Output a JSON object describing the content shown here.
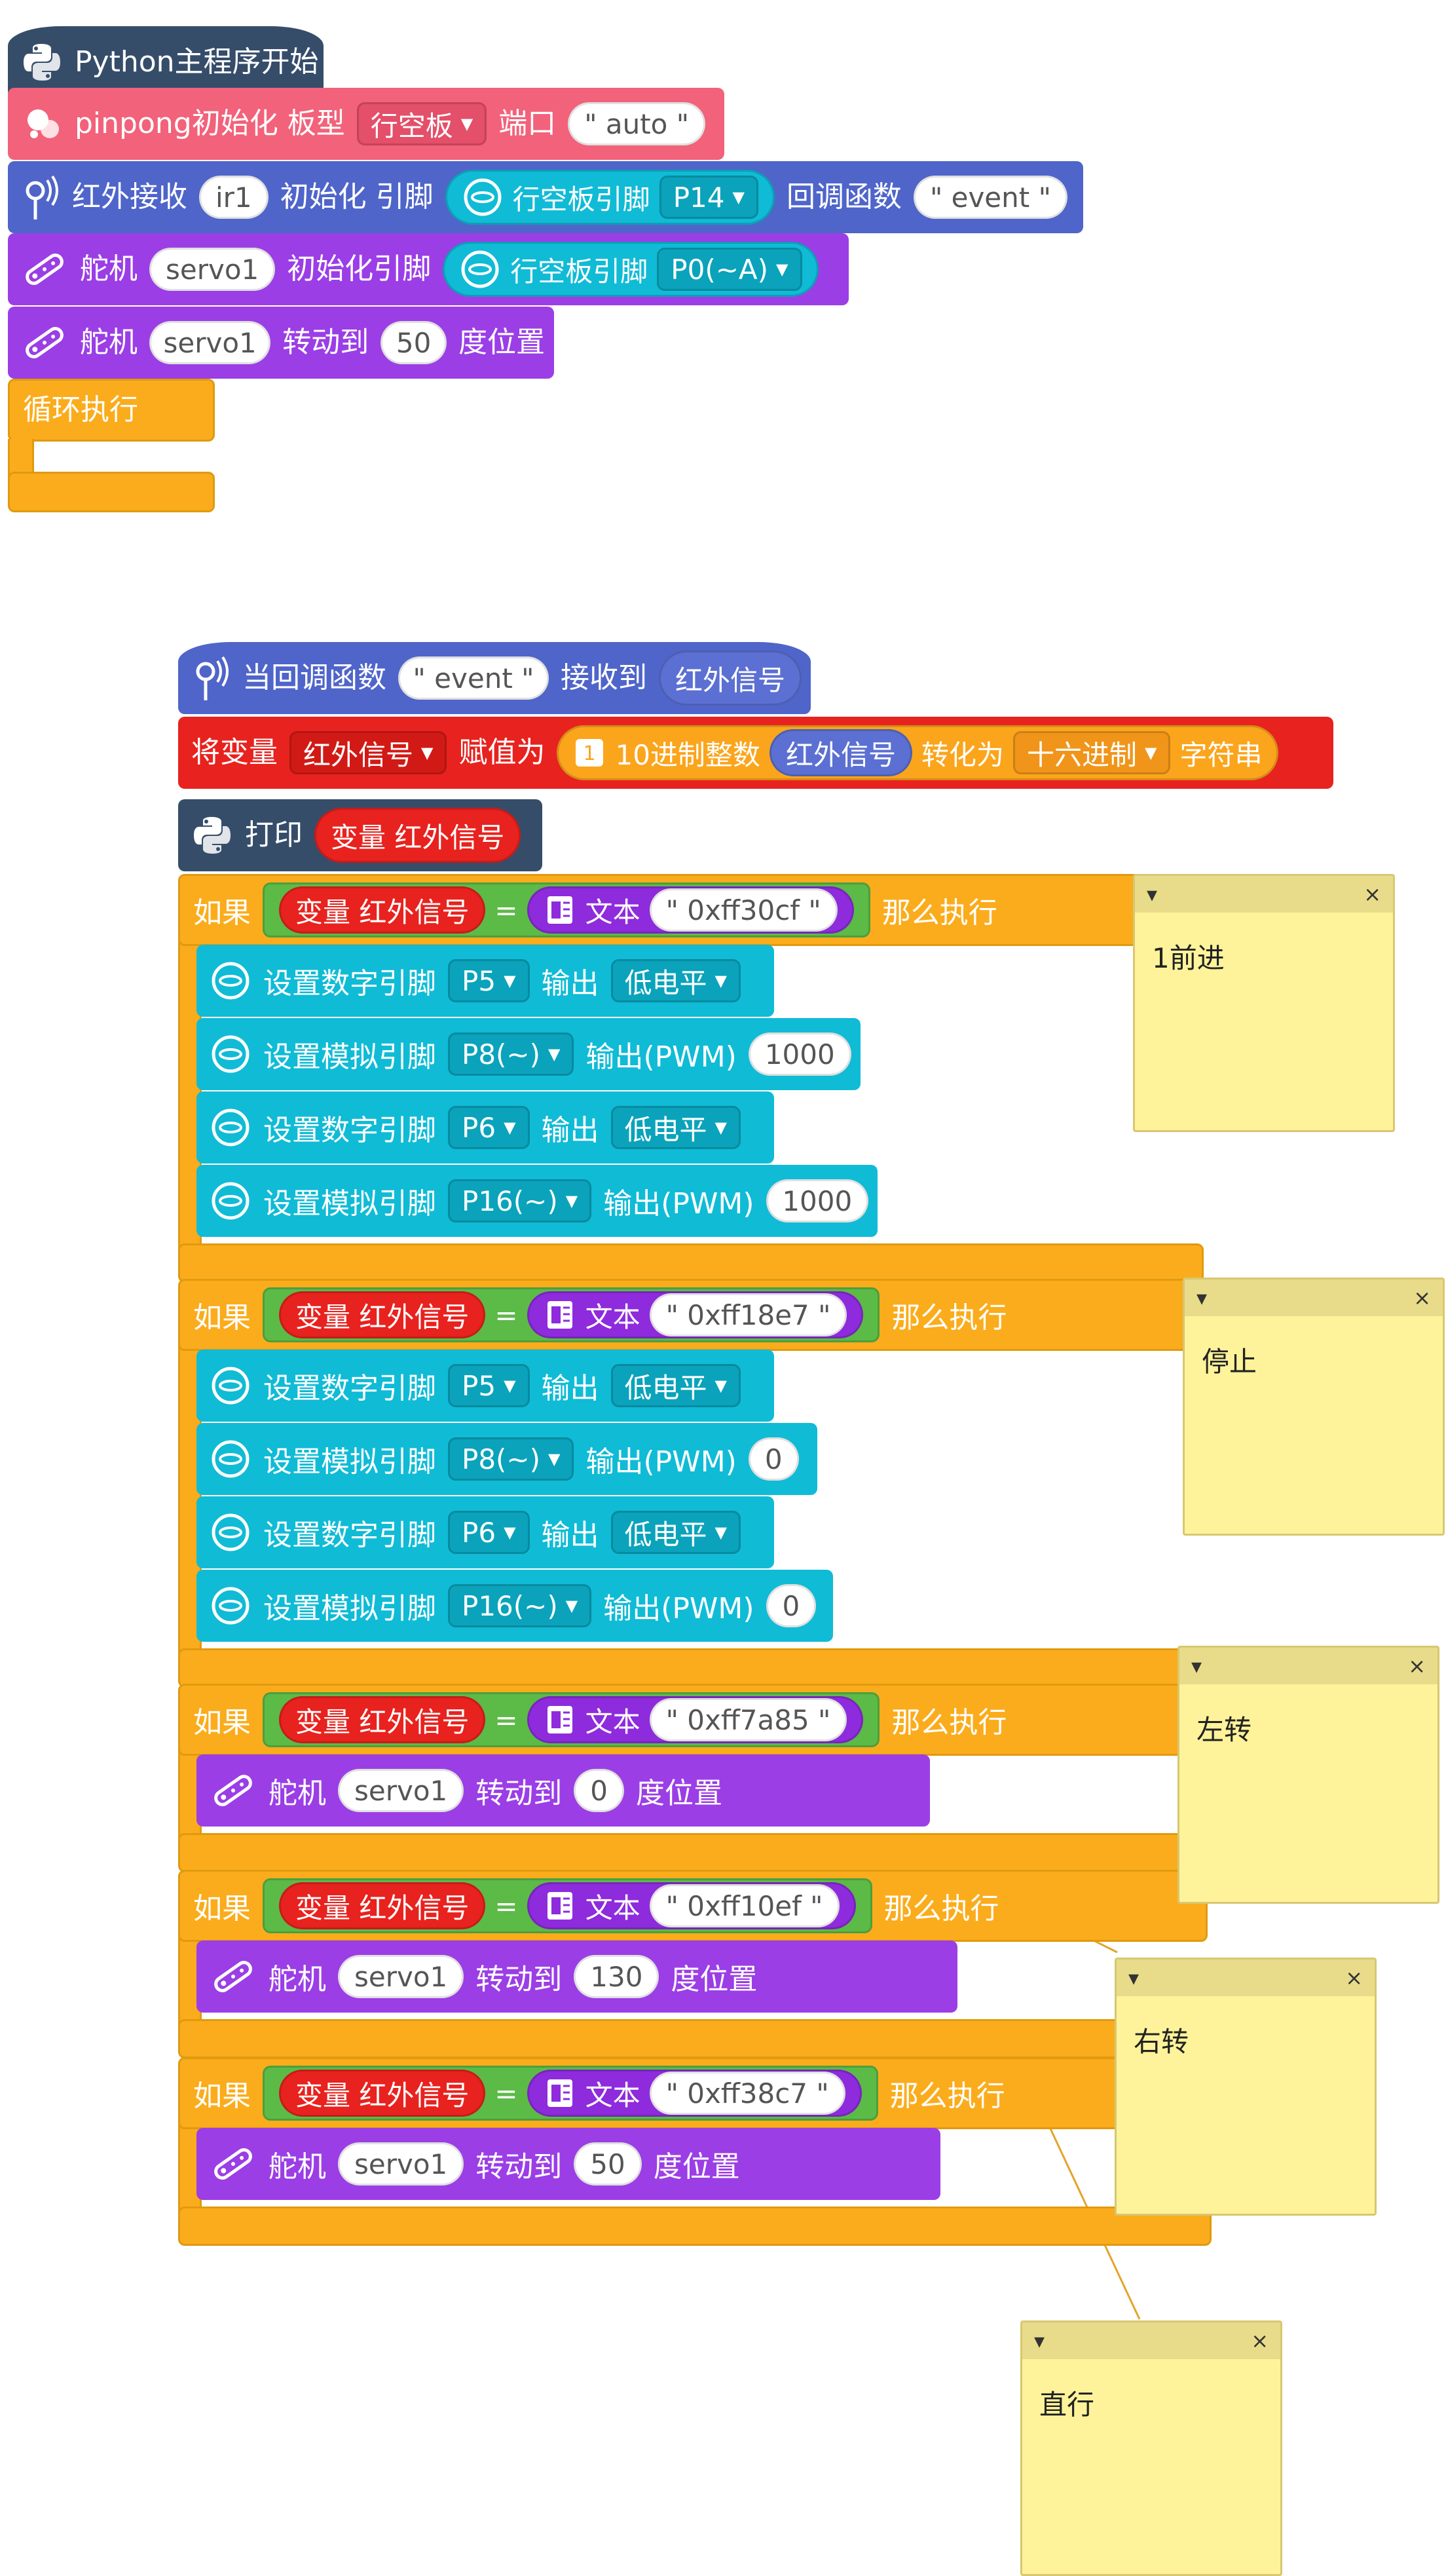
{
  "colors": {
    "python": "#364d6a",
    "pinpong": "#f2627a",
    "ir": "#4f65c9",
    "servo": "#9b3ee6",
    "loop": "#fbac1c",
    "pin": "#10bbd6",
    "var": "#e8221e",
    "logic": "#5cba47",
    "text": "#8e2bdc",
    "comment": "#fef39a"
  },
  "program": {
    "main_hat": "Python主程序开始",
    "init": {
      "label": "pinpong初始化 板型",
      "board": "行空板",
      "port_label": "端口",
      "port_value": "\" auto \""
    },
    "ir_init": {
      "label1": "红外接收",
      "name": "ir1",
      "label2": "初始化 引脚",
      "pin_board": "行空板引脚",
      "pin": "P14",
      "cb_label": "回调函数",
      "cb_value": "\" event \""
    },
    "servo_init": {
      "label1": "舵机",
      "name": "servo1",
      "label2": "初始化引脚",
      "pin_board": "行空板引脚",
      "pin": "P0(~A)"
    },
    "servo_move": {
      "label1": "舵机",
      "name": "servo1",
      "label2": "转动到",
      "value": "50",
      "label3": "度位置"
    },
    "loop_label": "循环执行"
  },
  "callback": {
    "hat_label": "当回调函数",
    "hat_value": "\" event \"",
    "hat_label2": "接收到",
    "hat_var": "红外信号",
    "assign": {
      "label1": "将变量",
      "var": "红外信号",
      "label2": "赋值为",
      "func_label": "10进制整数",
      "func_var": "红外信号",
      "label3": "转化为",
      "format": "十六进制",
      "label4": "字符串"
    },
    "print": {
      "label": "打印",
      "var": "变量 红外信号"
    },
    "if_label": "如果",
    "then_label": "那么执行",
    "eq": "=",
    "var_label": "变量 红外信号",
    "text_label": "文本",
    "conditions": [
      {
        "value": "\" 0xff30cf \""
      },
      {
        "value": "\" 0xff18e7 \""
      },
      {
        "value": "\" 0xff7a85 \""
      },
      {
        "value": "\" 0xff10ef \""
      },
      {
        "value": "\" 0xff38c7 \""
      }
    ],
    "digital_label": "设置数字引脚",
    "analog_label": "设置模拟引脚",
    "output_label": "输出",
    "pwm_label": "输出(PWM)",
    "low": "低电平",
    "pins": {
      "p5": "P5",
      "p8": "P8(~)",
      "p6": "P6",
      "p16": "P16(~)"
    },
    "pwm_values": [
      "1000",
      "1000",
      "0",
      "0"
    ],
    "servo_label1": "舵机",
    "servo_name": "servo1",
    "servo_label2": "转动到",
    "servo_label3": "度位置",
    "servo_values": [
      "0",
      "130",
      "50"
    ]
  },
  "comments": [
    "1前进",
    "停止",
    "左转",
    "右转",
    "直行"
  ],
  "comment_close": "×",
  "comment_caret": "▾"
}
